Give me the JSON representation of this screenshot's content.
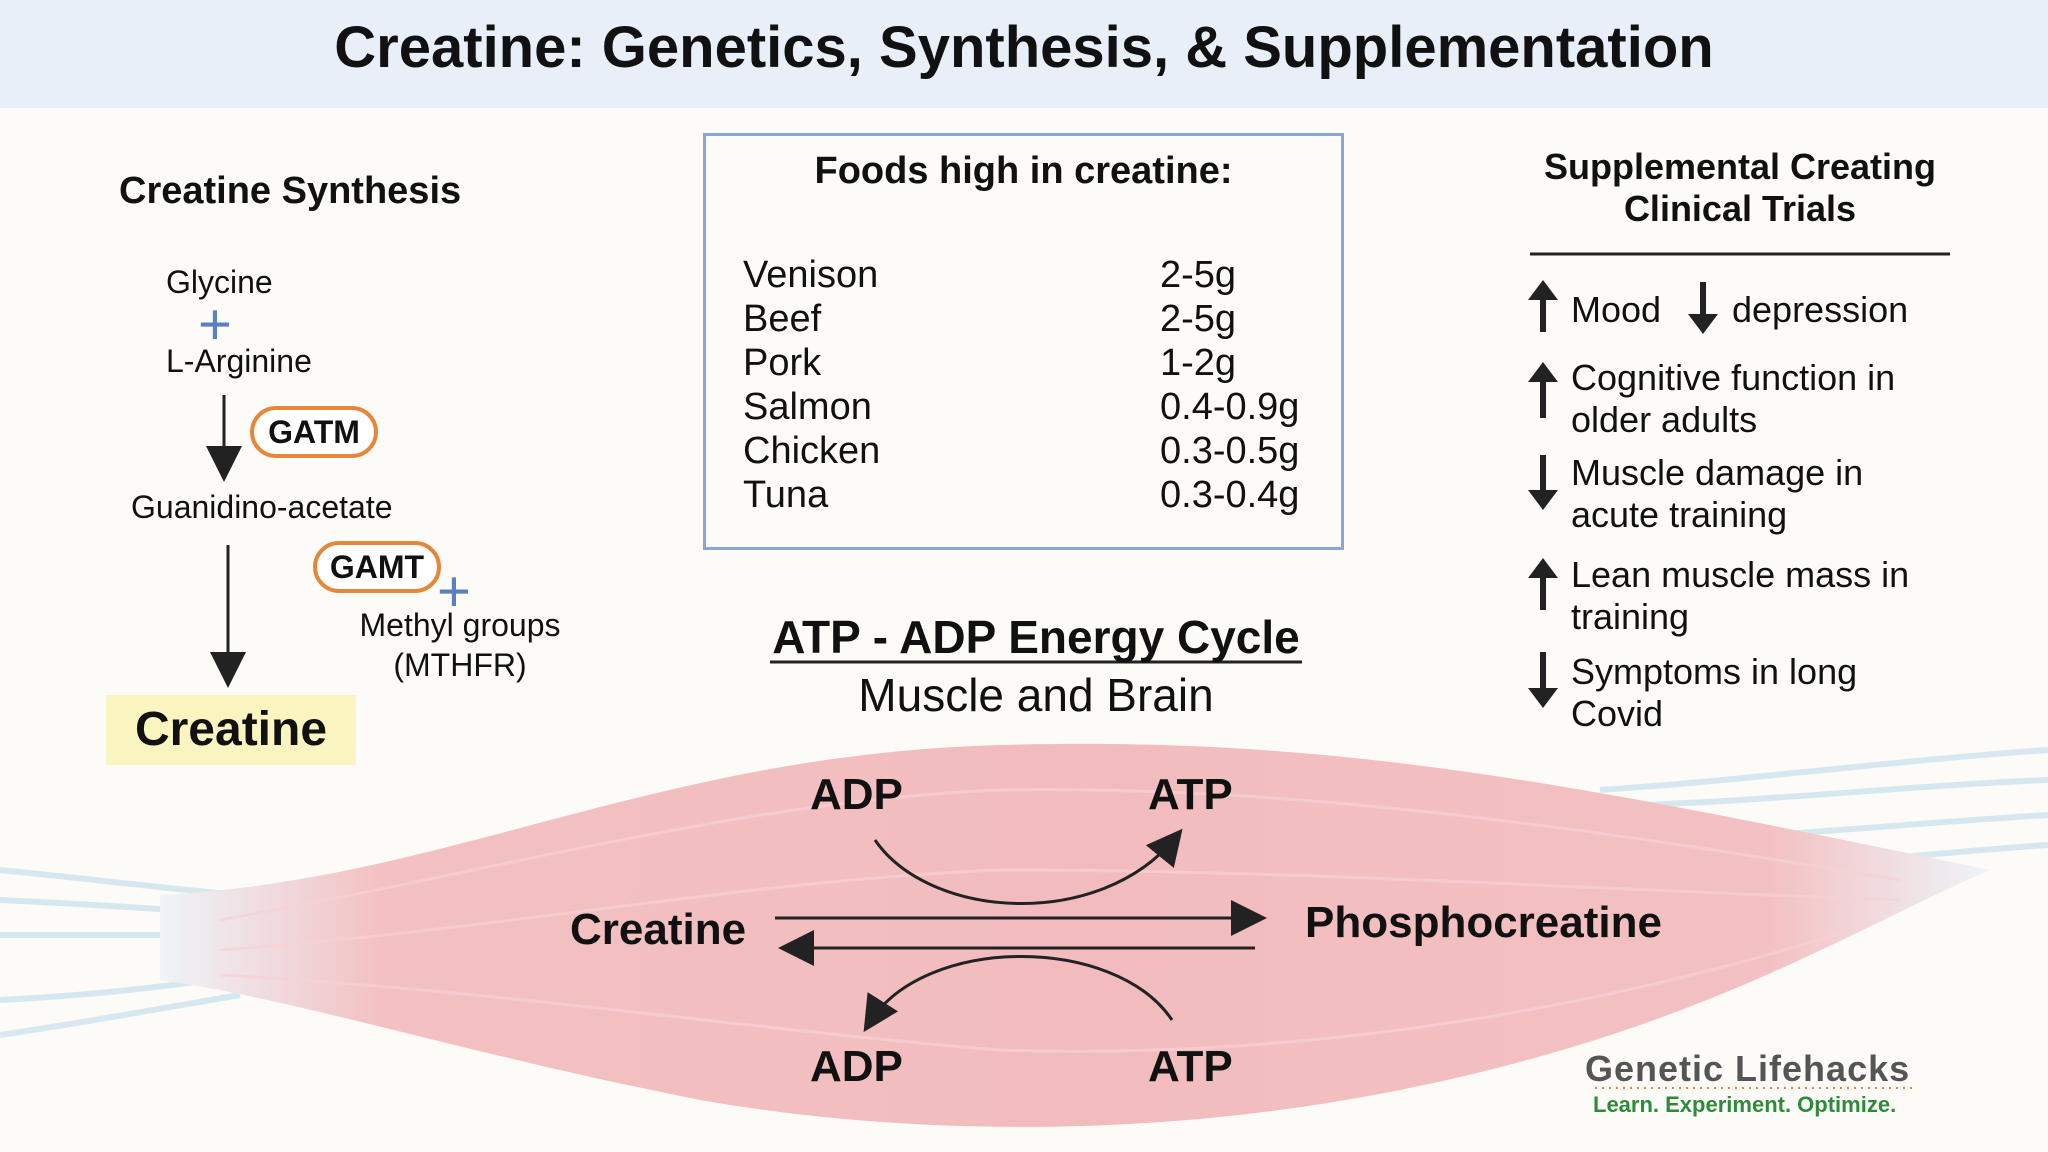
{
  "title": "Creatine: Genetics, Synthesis, & Supplementation",
  "synthesis": {
    "heading": "Creatine Synthesis",
    "glycine": "Glycine",
    "l_arginine": "L-Arginine",
    "gatm": "GATM",
    "guanidinoacetate": "Guanidino-acetate",
    "gamt": "GAMT",
    "methyl_groups": "Methyl groups",
    "mthfr": "(MTHFR)",
    "creatine": "Creatine"
  },
  "foods": {
    "heading": "Foods high in creatine:",
    "rows": [
      {
        "name": "Venison",
        "amount": "2-5g"
      },
      {
        "name": "Beef",
        "amount": "2-5g"
      },
      {
        "name": "Pork",
        "amount": "1-2g"
      },
      {
        "name": "Salmon",
        "amount": "0.4-0.9g"
      },
      {
        "name": "Chicken",
        "amount": "0.3-0.5g"
      },
      {
        "name": "Tuna",
        "amount": "0.3-0.4g"
      }
    ]
  },
  "trials": {
    "heading_line1": "Supplemental Creating",
    "heading_line2": "Clinical Trials",
    "mood": "Mood",
    "depression": "depression",
    "items": [
      {
        "direction": "up",
        "line1": "Cognitive function in",
        "line2": "older adults"
      },
      {
        "direction": "down",
        "line1": "Muscle damage in",
        "line2": "acute training"
      },
      {
        "direction": "up",
        "line1": "Lean muscle mass in",
        "line2": "training"
      },
      {
        "direction": "down",
        "line1": "Symptoms in long",
        "line2": "Covid"
      }
    ]
  },
  "cycle": {
    "title": "ATP - ADP Energy Cycle",
    "subtitle": "Muscle and Brain",
    "adp_top": "ADP",
    "atp_top": "ATP",
    "creatine": "Creatine",
    "phosphocreatine": "Phosphocreatine",
    "adp_bottom": "ADP",
    "atp_bottom": "ATP"
  },
  "logo": {
    "name": "Genetic Lifehacks",
    "tagline": "Learn. Experiment. Optimize."
  },
  "colors": {
    "header_bg": "#e8eff9",
    "muscle": "#f0b3b6",
    "pill_border": "#e5873a",
    "plus": "#5a80c3",
    "creatine_highlight": "#faf5c0",
    "table_border": "#8aa6d6",
    "logo_tag": "#2f8a3c"
  }
}
